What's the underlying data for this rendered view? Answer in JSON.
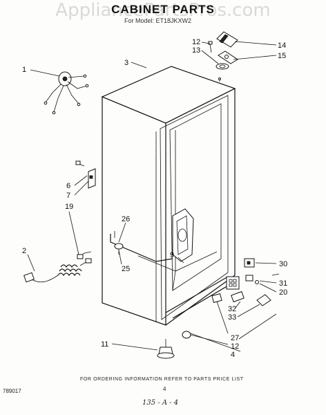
{
  "watermark": "AppliancePartsPros.com",
  "title": "CABINET PARTS",
  "subtitle": "For Model: ET18JKXW2",
  "callouts": {
    "c1": "1",
    "c2": "2",
    "c3": "3",
    "c4": "4",
    "c6": "6",
    "c7": "7",
    "c9": "9",
    "c11": "11",
    "c12a": "12",
    "c12b": "12",
    "c13": "13",
    "c14": "14",
    "c15": "15",
    "c19": "19",
    "c20": "20",
    "c25": "25",
    "c26": "26",
    "c27": "27",
    "c30": "30",
    "c31": "31",
    "c32": "32",
    "c33": "33"
  },
  "footer": {
    "note": "FOR ORDERING INFORMATION REFER TO PARTS PRICE LIST",
    "page": "4",
    "code": "789017",
    "handwritten": "135 - A - 4"
  }
}
